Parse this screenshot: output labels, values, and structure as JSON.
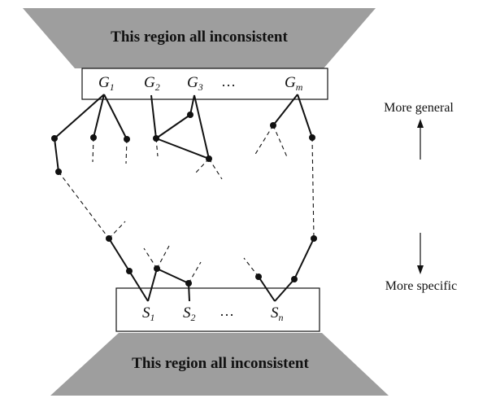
{
  "top_region": {
    "text": "This region all inconsistent",
    "color": "#9e9e9e"
  },
  "bottom_region": {
    "text": "This region all inconsistent",
    "color": "#9e9e9e"
  },
  "general_boundary": {
    "labels": [
      {
        "base": "G",
        "sub": "1"
      },
      {
        "base": "G",
        "sub": "2"
      },
      {
        "base": "G",
        "sub": "3"
      },
      {
        "base": "G",
        "sub": "m"
      }
    ],
    "ellipsis": "…"
  },
  "specific_boundary": {
    "labels": [
      {
        "base": "S",
        "sub": "1"
      },
      {
        "base": "S",
        "sub": "2"
      },
      {
        "base": "S",
        "sub": "n"
      }
    ],
    "ellipsis": "…"
  },
  "more_general": "More general",
  "more_specific": "More specific",
  "colors": {
    "ink": "#111111",
    "trapezoid": "#9e9e9e"
  }
}
